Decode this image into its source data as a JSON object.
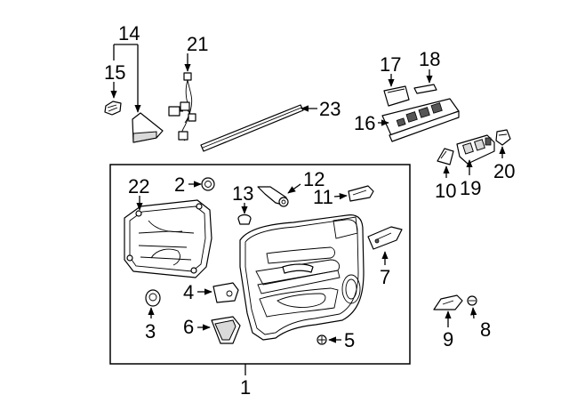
{
  "diagram": {
    "callouts": [
      {
        "id": "c14",
        "text": "14"
      },
      {
        "id": "c15",
        "text": "15"
      },
      {
        "id": "c21",
        "text": "21"
      },
      {
        "id": "c17",
        "text": "17"
      },
      {
        "id": "c18",
        "text": "18"
      },
      {
        "id": "c23",
        "text": "23"
      },
      {
        "id": "c16",
        "text": "16"
      },
      {
        "id": "c10",
        "text": "10"
      },
      {
        "id": "c19",
        "text": "19"
      },
      {
        "id": "c20",
        "text": "20"
      },
      {
        "id": "c22",
        "text": "22"
      },
      {
        "id": "c2",
        "text": "2"
      },
      {
        "id": "c13",
        "text": "13"
      },
      {
        "id": "c12",
        "text": "12"
      },
      {
        "id": "c11",
        "text": "11"
      },
      {
        "id": "c7",
        "text": "7"
      },
      {
        "id": "c4",
        "text": "4"
      },
      {
        "id": "c3",
        "text": "3"
      },
      {
        "id": "c6",
        "text": "6"
      },
      {
        "id": "c5",
        "text": "5"
      },
      {
        "id": "c9",
        "text": "9"
      },
      {
        "id": "c8",
        "text": "8"
      },
      {
        "id": "c1",
        "text": "1"
      }
    ]
  }
}
